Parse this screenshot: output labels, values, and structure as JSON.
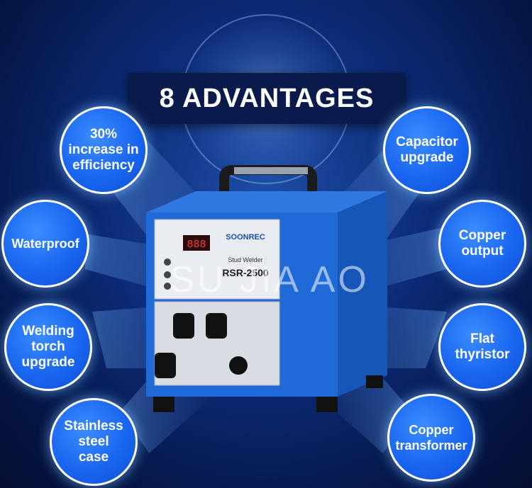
{
  "title": "8 ADVANTAGES",
  "advantages": [
    {
      "label": "30%\nincrease in\nefficiency"
    },
    {
      "label": "Waterproof"
    },
    {
      "label": "Welding\ntorch\nupgrade"
    },
    {
      "label": "Stainless\nsteel\ncase"
    },
    {
      "label": "Capacitor\nupgrade"
    },
    {
      "label": "Copper\noutput"
    },
    {
      "label": "Flat\nthyristor"
    },
    {
      "label": "Copper\ntransformer"
    }
  ],
  "watermark": "SU  JIA AO",
  "machine": {
    "brand": "SOONREC",
    "model": "RSR-2500",
    "name_en": "Stud Welder",
    "display": "888",
    "body_color": "#1f6ad6"
  }
}
